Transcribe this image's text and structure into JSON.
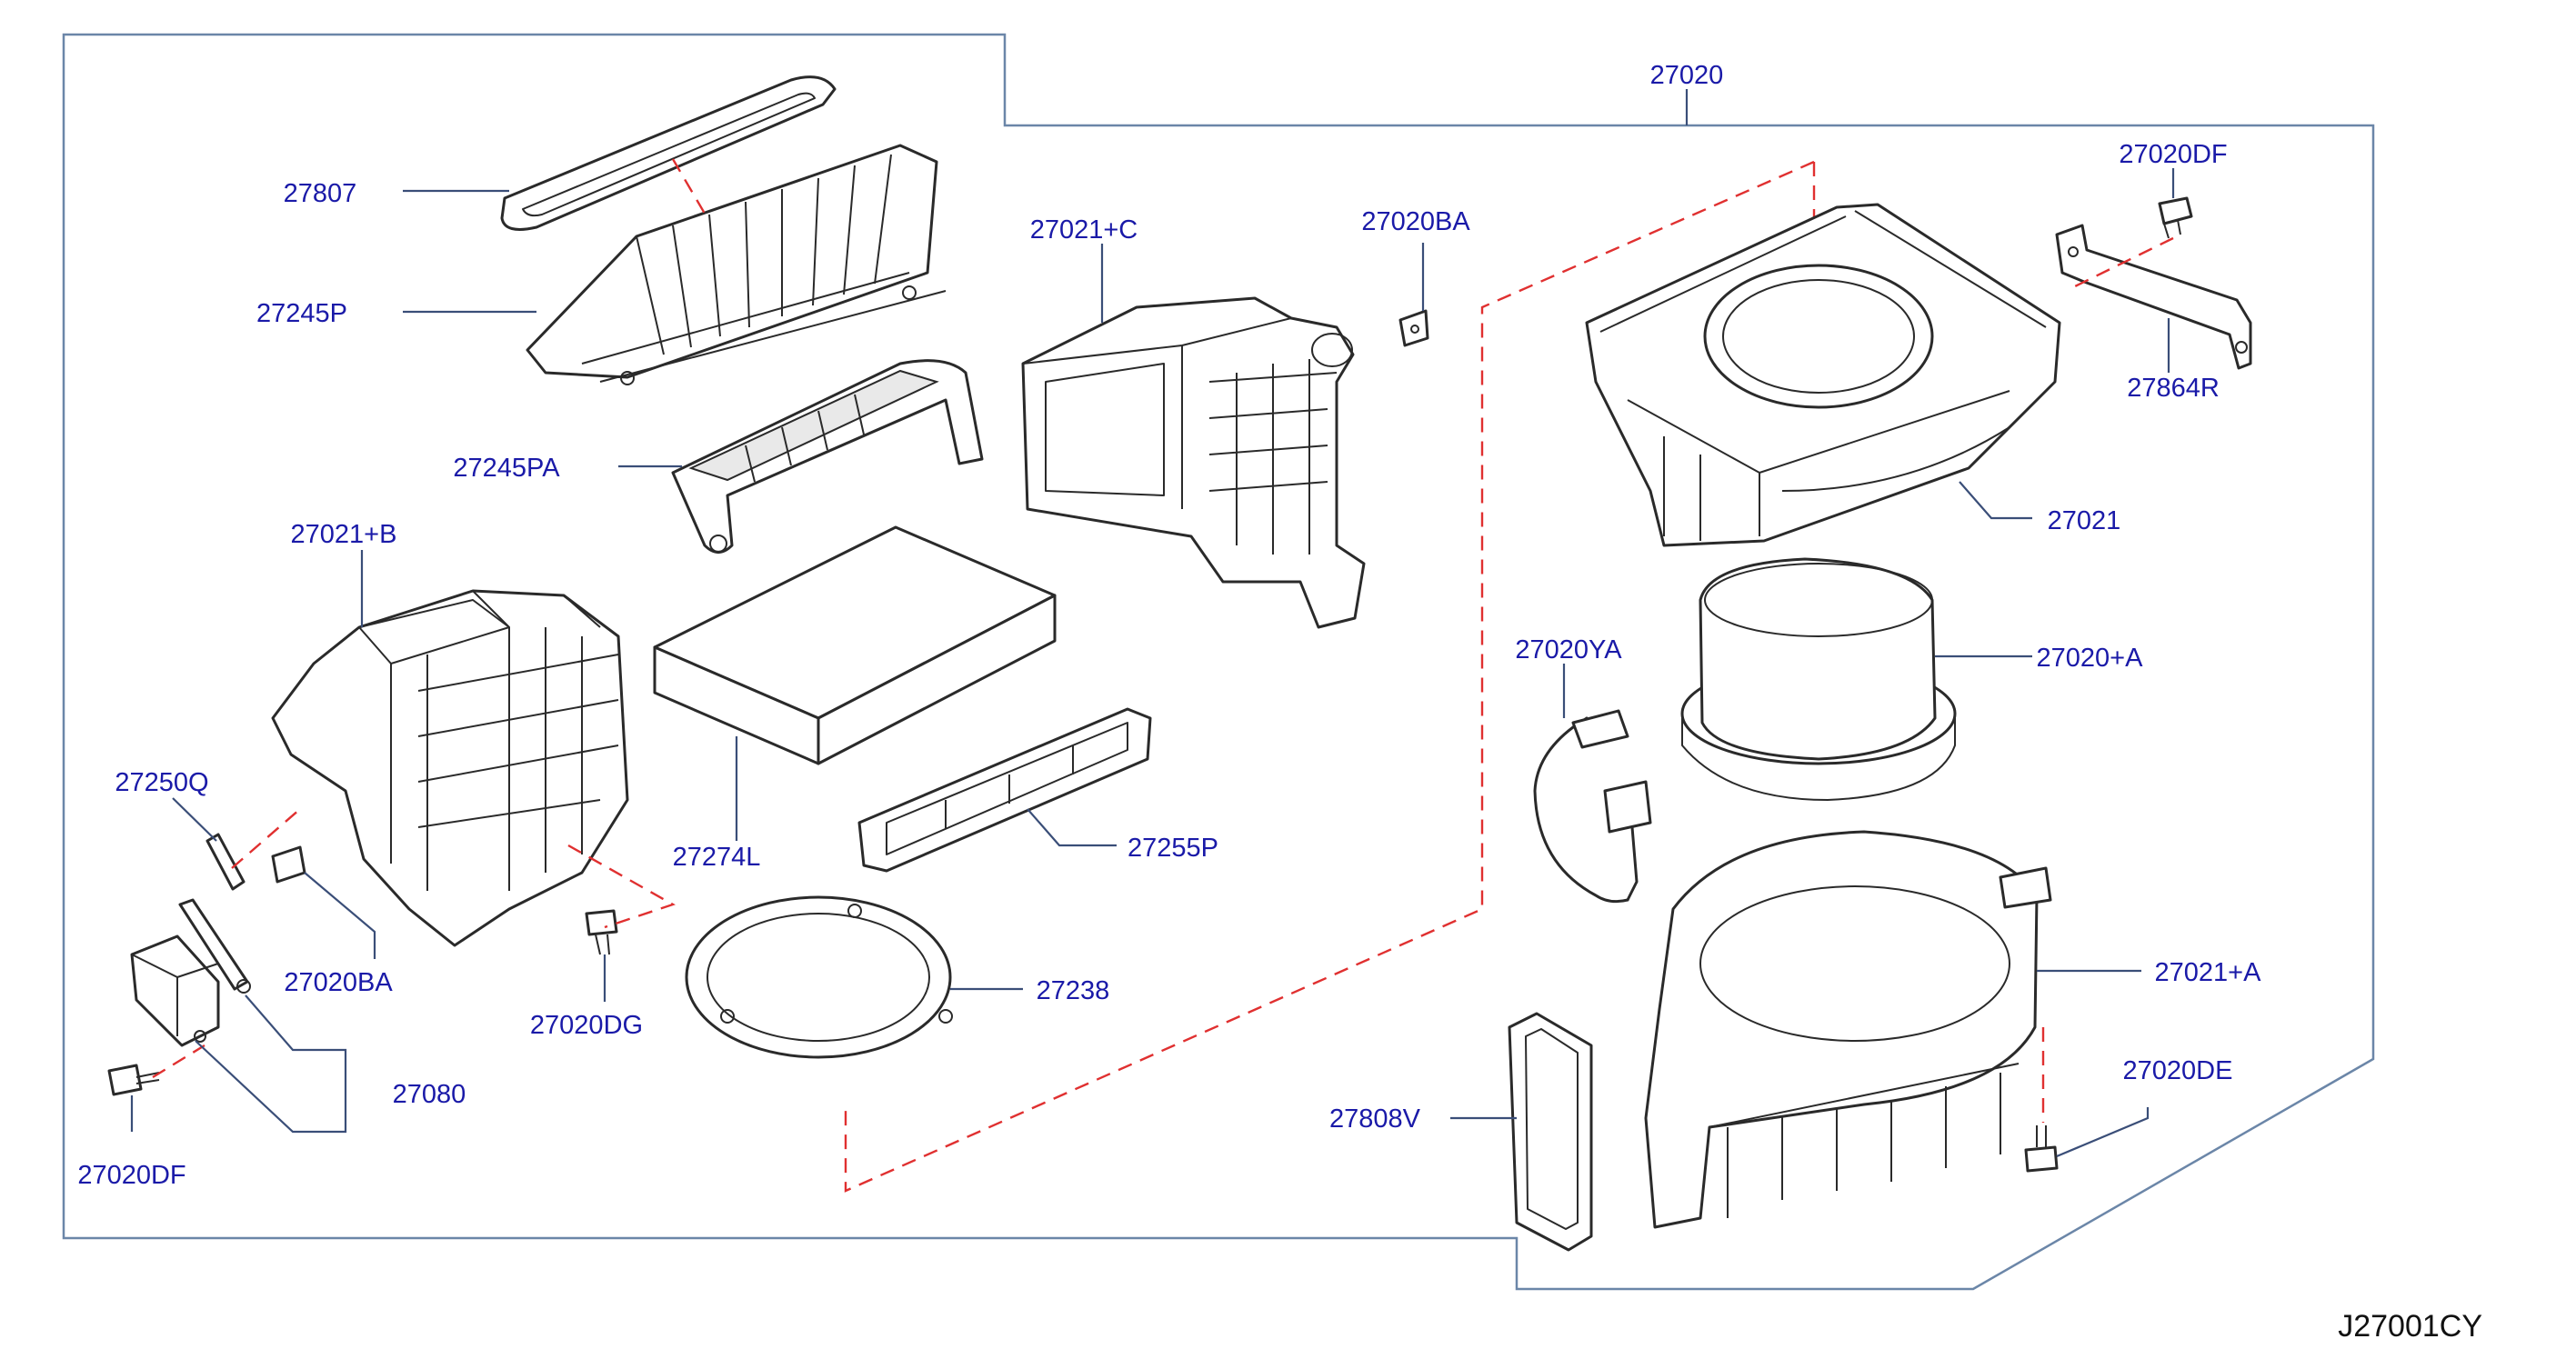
{
  "diagram": {
    "drawing_code": "J27001CY",
    "labels": {
      "assembly": "27020",
      "filter_cover": "27807",
      "filter_bracket": "27245P",
      "filter_cover_a": "27245PA",
      "intake_housing_c": "27021+C",
      "clip_ba_upper": "27020BA",
      "bolt_df_upper": "27020DF",
      "stay_r": "27864R",
      "upper_case": "27021",
      "intake_housing_b": "27021+B",
      "motor_a": "27020+A",
      "harness_ya": "27020YA",
      "rod_q": "27250Q",
      "filter_l": "27274L",
      "filter_frame_p": "27255P",
      "clip_ba_lower": "27020BA",
      "bolt_dg": "27020DG",
      "seal_ring": "27238",
      "lower_case_a": "27021+A",
      "bolt_de": "27020DE",
      "actuator": "27080",
      "bolt_df_lower": "27020DF",
      "seal_v": "27808V"
    }
  }
}
